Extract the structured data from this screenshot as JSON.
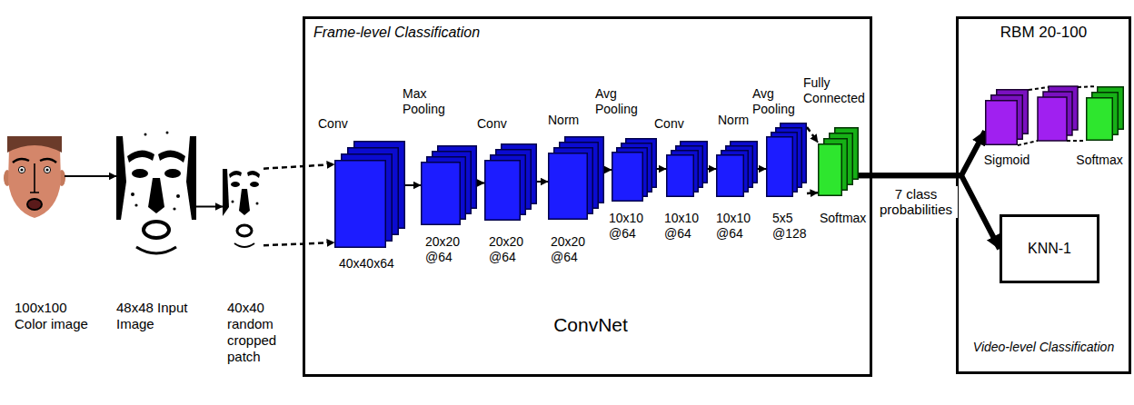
{
  "diagram": {
    "nodes": [
      {
        "text": [
          "100x100 Color image"
        ]
      },
      {
        "text": [
          "48x48 Input Image"
        ]
      },
      {
        "text": [
          "40x40 random cropped patch"
        ]
      },
      {
        "text": [
          "Frame-level Classification",
          "ConvNet"
        ]
      },
      {
        "text": [
          "Conv",
          "40x40x64"
        ],
        "in": 3
      },
      {
        "text": [
          "Max Pooling",
          "20x20 @64"
        ],
        "in": 3
      },
      {
        "text": [
          "Conv",
          "20x20 @64"
        ],
        "in": 3
      },
      {
        "text": [
          "Norm",
          "20x20 @64"
        ],
        "in": 3
      },
      {
        "text": [
          "Avg Pooling",
          "10x10 @64"
        ],
        "in": 3
      },
      {
        "text": [
          "Conv",
          "10x10 @64"
        ],
        "in": 3
      },
      {
        "text": [
          "Norm",
          "10x10 @64"
        ],
        "in": 3
      },
      {
        "text": [
          "Avg Pooling",
          "5x5 @128"
        ],
        "in": 3
      },
      {
        "text": [
          "Fully Connected",
          "Softmax"
        ],
        "in": 3
      },
      {
        "text": [
          "RBM 20-100",
          "Video-level Classification"
        ]
      },
      {
        "text": [
          "Sigmoid"
        ],
        "in": 13
      },
      {
        "text": [
          "Softmax"
        ],
        "in": 13
      },
      {
        "text": [
          "KNN-1"
        ],
        "in": 13
      }
    ],
    "edges": [
      {
        "from": 0,
        "to": 1,
        "arrow": "to"
      },
      {
        "from": 1,
        "to": 2,
        "arrow": "to"
      },
      {
        "from": 2,
        "to": 4,
        "arrow": "to"
      },
      {
        "from": 4,
        "to": 5,
        "arrow": "to"
      },
      {
        "from": 5,
        "to": 6,
        "arrow": "to"
      },
      {
        "from": 6,
        "to": 7,
        "arrow": "to"
      },
      {
        "from": 7,
        "to": 8,
        "arrow": "to"
      },
      {
        "from": 8,
        "to": 9,
        "arrow": "to"
      },
      {
        "from": 9,
        "to": 10,
        "arrow": "to"
      },
      {
        "from": 10,
        "to": 11,
        "arrow": "to"
      },
      {
        "from": 11,
        "to": 12,
        "arrow": "to"
      },
      {
        "from": 12,
        "to": 14,
        "label": "7 class probabilities",
        "arrow": "to"
      },
      {
        "from": 12,
        "to": 16,
        "arrow": "to"
      }
    ]
  }
}
